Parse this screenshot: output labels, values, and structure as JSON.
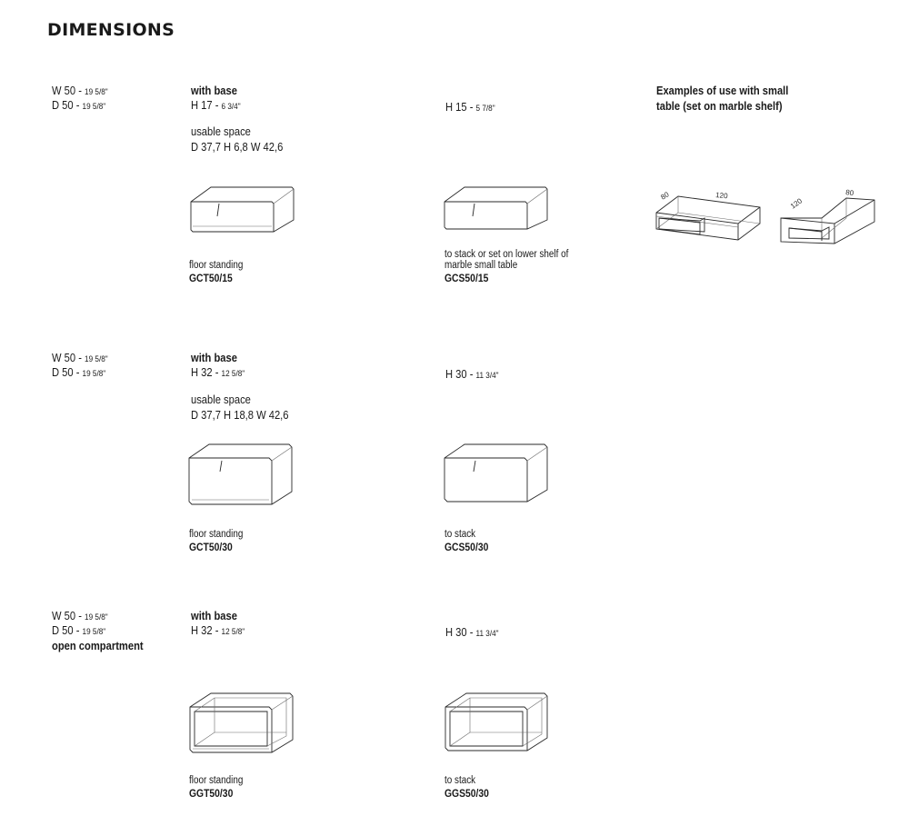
{
  "page": {
    "title": "DIMENSIONS"
  },
  "examples_title": [
    "Examples of use with small",
    "table (set on marble shelf)"
  ],
  "examples_dims": {
    "a_depth": "80",
    "a_width": "120",
    "b_depth": "120",
    "b_width": "80"
  },
  "rows": [
    {
      "size": {
        "w_label": "W 50 - ",
        "w_inch": "19 5/8\"",
        "d_label": "D 50 - ",
        "d_inch": "19 5/8\"",
        "note": ""
      },
      "base_heading": "with base",
      "base_height": {
        "label": "H 17 - ",
        "inch": "6 3/4\""
      },
      "usable": {
        "label": "usable space",
        "dims": "D 37,7 H 6,8 W 42,6"
      },
      "stack_height": {
        "label": "H 15 - ",
        "inch": "5 7/8\""
      },
      "floor": {
        "caption": [
          "floor standing"
        ],
        "code": "GCT50/15"
      },
      "stack": {
        "caption": [
          "to stack or set on lower shelf of",
          "marble small table"
        ],
        "code": "GCS50/15"
      }
    },
    {
      "size": {
        "w_label": "W 50 - ",
        "w_inch": "19 5/8\"",
        "d_label": "D 50 - ",
        "d_inch": "19 5/8\"",
        "note": ""
      },
      "base_heading": "with base",
      "base_height": {
        "label": "H 32 - ",
        "inch": "12 5/8\""
      },
      "usable": {
        "label": "usable space",
        "dims": "D 37,7 H 18,8 W 42,6"
      },
      "stack_height": {
        "label": "H 30 - ",
        "inch": "11 3/4\""
      },
      "floor": {
        "caption": [
          "floor standing"
        ],
        "code": "GCT50/30"
      },
      "stack": {
        "caption": [
          "to stack"
        ],
        "code": "GCS50/30"
      }
    },
    {
      "size": {
        "w_label": "W 50 - ",
        "w_inch": "19 5/8\"",
        "d_label": "D 50 - ",
        "d_inch": "19 5/8\"",
        "note": "open compartment"
      },
      "base_heading": "with base",
      "base_height": {
        "label": "H 32 - ",
        "inch": "12 5/8\""
      },
      "usable": {
        "label": "",
        "dims": ""
      },
      "stack_height": {
        "label": "H 30 - ",
        "inch": "11 3/4\""
      },
      "floor": {
        "caption": [
          "floor standing"
        ],
        "code": "GGT50/30"
      },
      "stack": {
        "caption": [
          "to stack"
        ],
        "code": "GGS50/30"
      }
    }
  ]
}
